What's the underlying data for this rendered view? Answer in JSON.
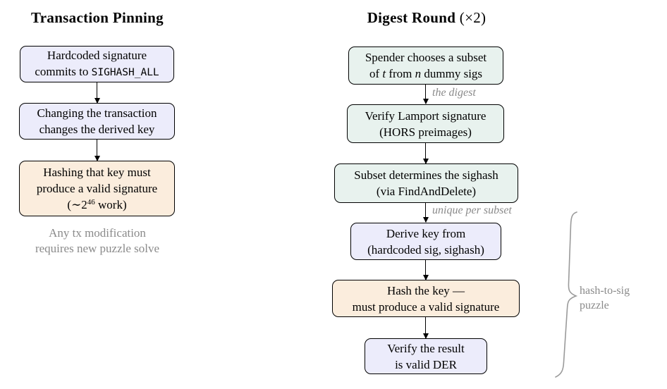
{
  "diagram": {
    "left": {
      "title": "Transaction Pinning",
      "box1": {
        "line1": "Hardcoded signature",
        "line2_text": "commits to ",
        "line2_code": "SIGHASH_ALL"
      },
      "box2": {
        "line1": "Changing the transaction",
        "line2": "changes the derived key"
      },
      "box3": {
        "line1": "Hashing that key must",
        "line2": "produce a valid signature",
        "line3_pre": "(∼2",
        "line3_sup": "46",
        "line3_post": " work)"
      },
      "caption_line1": "Any tx modification",
      "caption_line2": "requires new puzzle solve"
    },
    "right": {
      "title_text": "Digest Round ",
      "title_math": "(×2)",
      "box1": {
        "line1": "Spender chooses a subset",
        "line2_a": "of ",
        "line2_var1": "t",
        "line2_b": " from ",
        "line2_var2": "n",
        "line2_c": " dummy sigs"
      },
      "label_digest": "the digest",
      "box2": {
        "line1": "Verify Lamport signature",
        "line2": "(HORS preimages)"
      },
      "box3": {
        "line1": "Subset determines the sighash",
        "line2": "(via FindAndDelete)"
      },
      "label_unique": "unique per subset",
      "box4": {
        "line1": "Derive key from",
        "line2": "(hardcoded sig, sighash)"
      },
      "box5": {
        "line1": "Hash the key —",
        "line2": "must produce a valid signature"
      },
      "box6": {
        "line1": "Verify the result",
        "line2": "is valid DER"
      },
      "brace_label_line1": "hash-to-sig",
      "brace_label_line2": "puzzle"
    },
    "colors": {
      "lavender": "#ececfb",
      "mint": "#e8f2ee",
      "peach": "#fbeddd",
      "border": "#000000",
      "muted": "#8a8a8a",
      "brace": "#9a9a9a"
    }
  }
}
